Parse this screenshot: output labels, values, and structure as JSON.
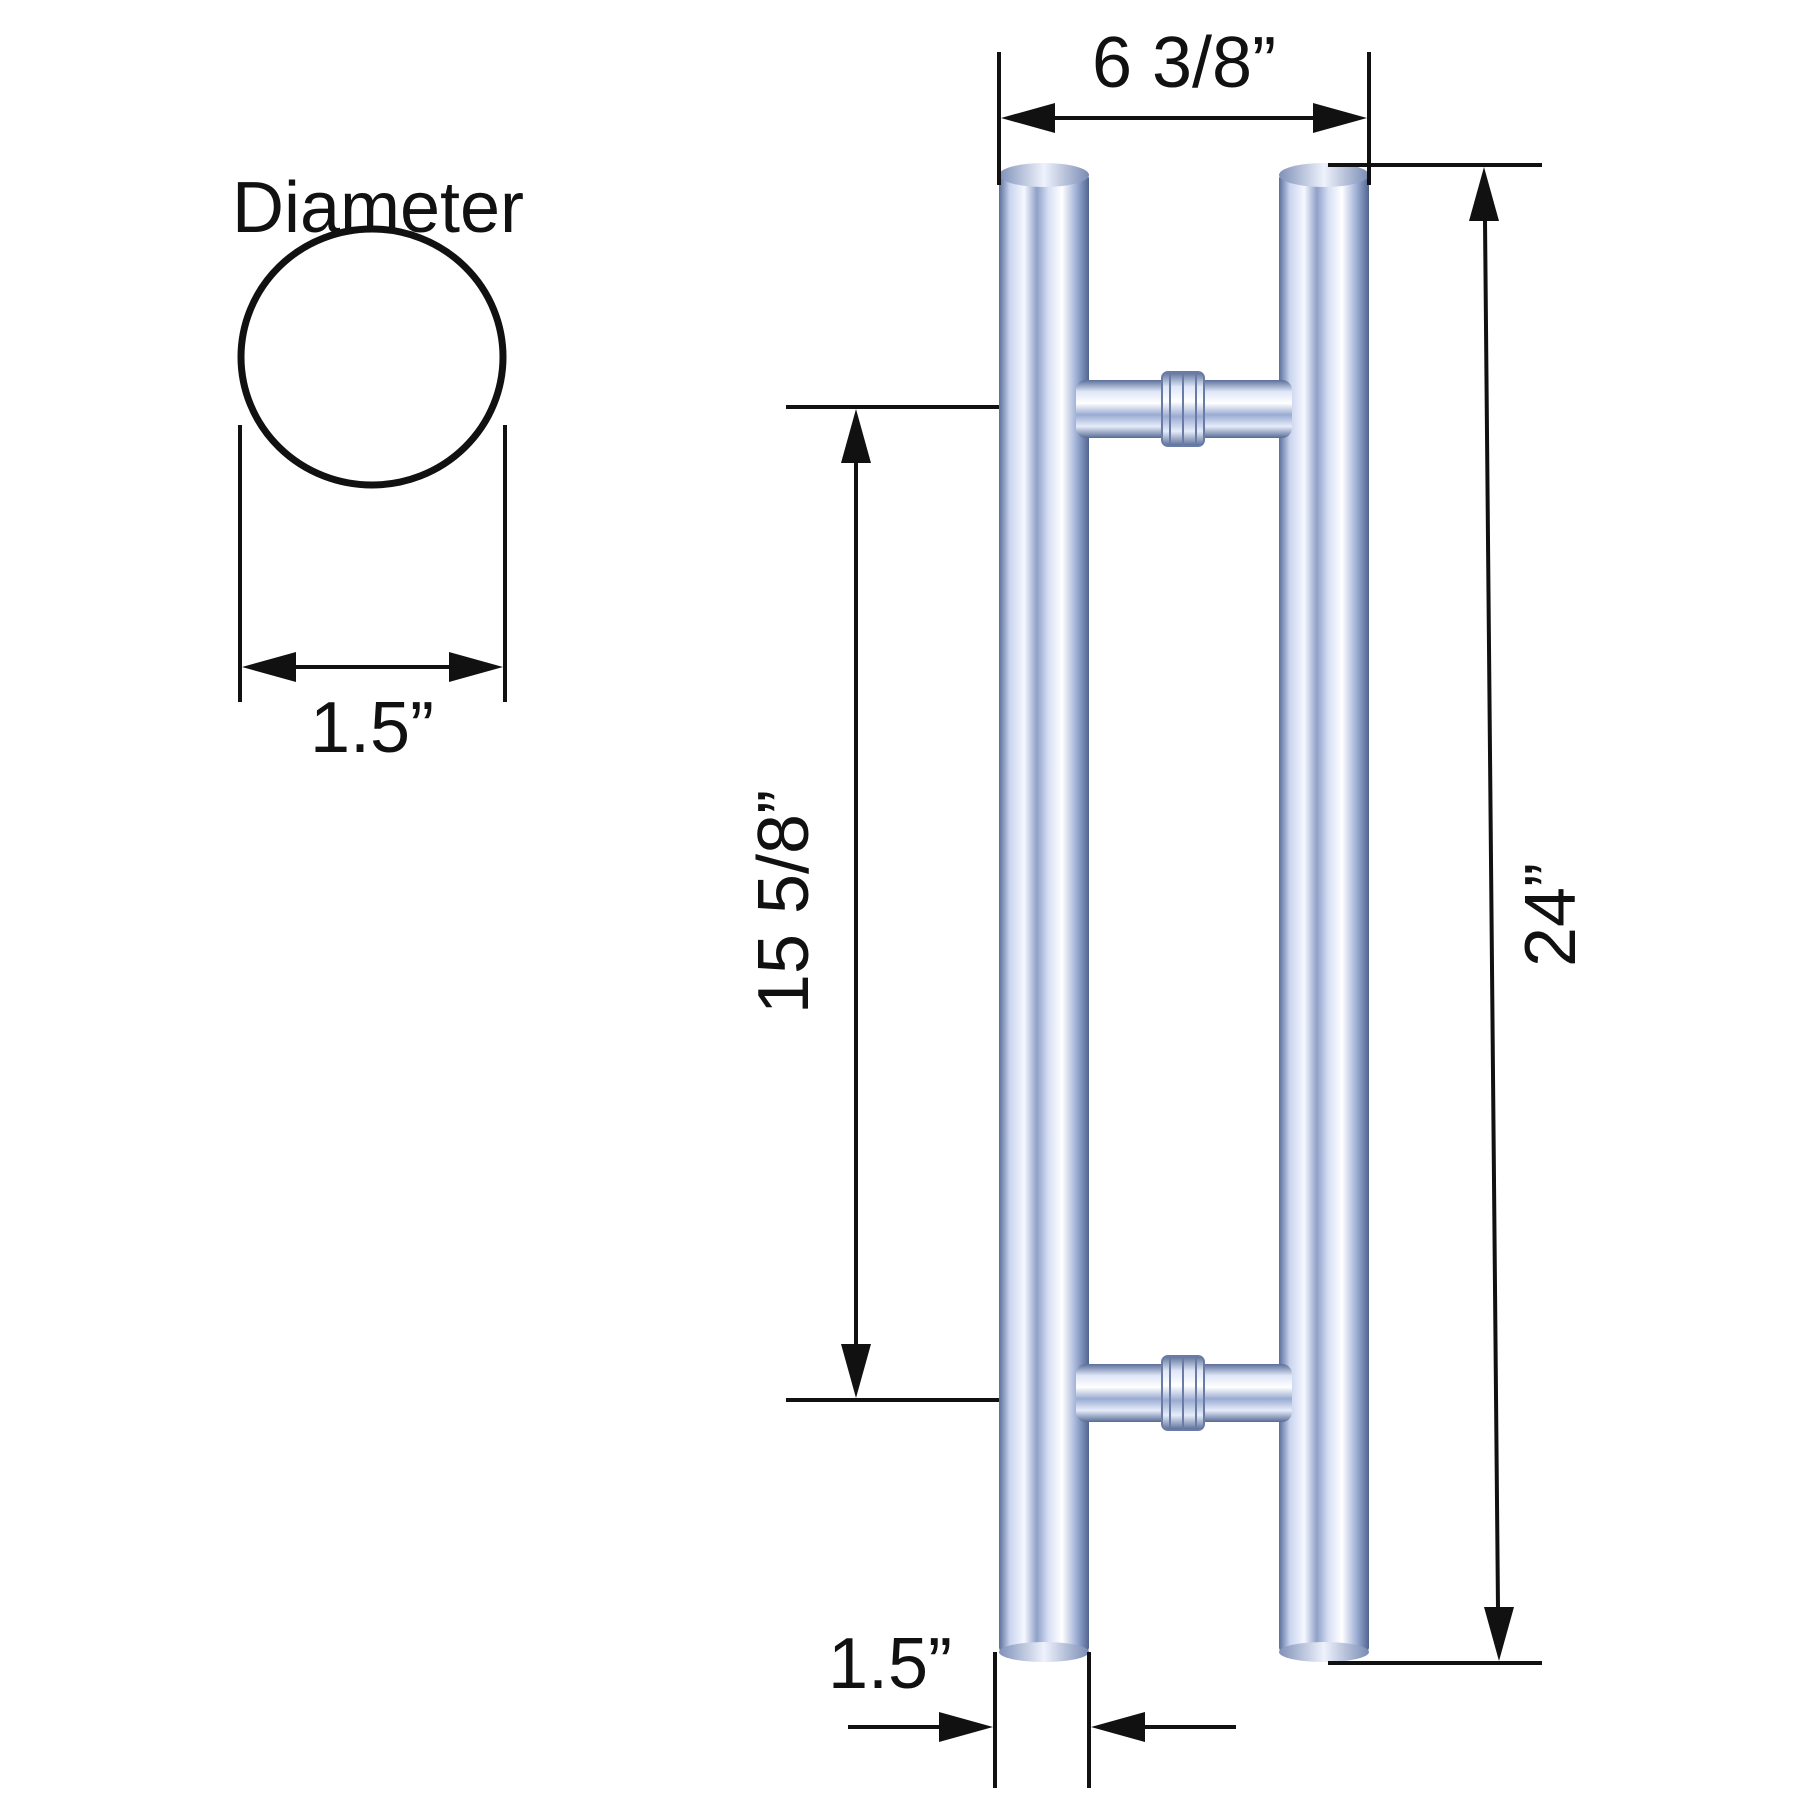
{
  "diameter_section": {
    "title": "Diameter",
    "width_label": "1.5”"
  },
  "handle_dimensions": {
    "center_to_center_width": "6 3/8”",
    "mounting_span": "15 5/8”",
    "overall_length": "24”",
    "bar_diameter": "1.5”"
  },
  "colors": {
    "ink": "#111111",
    "chrome_dark": "#5a6f9a",
    "chrome_mid": "#b9c7e6",
    "chrome_light": "#f4f7ff"
  }
}
